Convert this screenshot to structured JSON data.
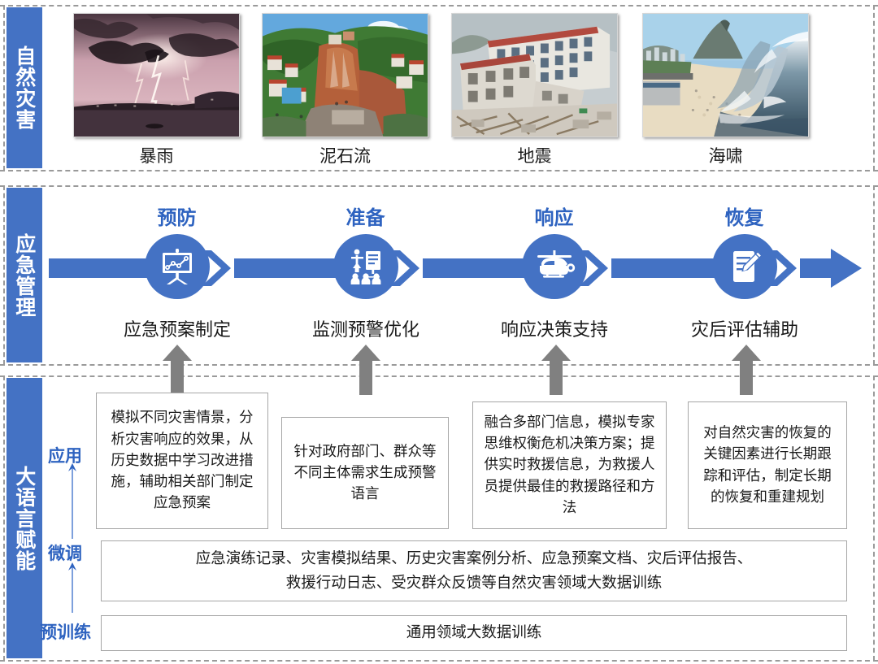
{
  "sections": [
    {
      "id": "disasters",
      "label": "自然灾害"
    },
    {
      "id": "emergency",
      "label": "应急管理"
    },
    {
      "id": "llm",
      "label": "大语言赋能"
    }
  ],
  "disaster_photos": [
    {
      "caption": "暴雨",
      "icon": "lightning-storm-photo"
    },
    {
      "caption": "泥石流",
      "icon": "landslide-photo"
    },
    {
      "caption": "地震",
      "icon": "earthquake-collapsed-building-photo"
    },
    {
      "caption": "海啸",
      "icon": "tsunami-wave-photo"
    }
  ],
  "stages": [
    {
      "title": "预防",
      "caption": "应急预案制定",
      "icon": "presentation-chart-icon"
    },
    {
      "title": "准备",
      "caption": "监测预警优化",
      "icon": "people-presentation-icon"
    },
    {
      "title": "响应",
      "caption": "响应决策支持",
      "icon": "helicopter-icon"
    },
    {
      "title": "恢复",
      "caption": "灾后评估辅助",
      "icon": "document-pen-icon"
    }
  ],
  "application_boxes": [
    {
      "text": "模拟不同灾害情景，分析灾害响应的效果，从历史数据中学习改进措施，辅助相关部门制定应急预案"
    },
    {
      "text": "针对政府部门、群众等不同主体需求生成预警语言"
    },
    {
      "text": "融合多部门信息，模拟专家思维权衡危机决策方案；提供实时救援信息，为救援人员提供最佳的救援路径和方法"
    },
    {
      "text": "对自然灾害的恢复的关键因素进行长期跟踪和评估，制定长期的恢复和重建规划"
    }
  ],
  "llm_levels": [
    {
      "label": "应用"
    },
    {
      "label": "微调"
    },
    {
      "label": "预训练"
    }
  ],
  "finetune_bar": {
    "line1": "应急演练记录、灾害模拟结果、历史灾害案例分析、应急预案文档、灾后评估报告、",
    "line2": "救援行动日志、受灾群众反馈等自然灾害领域大数据训练"
  },
  "pretrain_bar": {
    "text": "通用领域大数据训练"
  },
  "colors": {
    "brand_blue": "#4472C4",
    "label_blue": "#2E63C0",
    "arrow_grey": "#808080",
    "divider_grey": "#9a9a9a",
    "box_border": "#a6a6a6"
  }
}
